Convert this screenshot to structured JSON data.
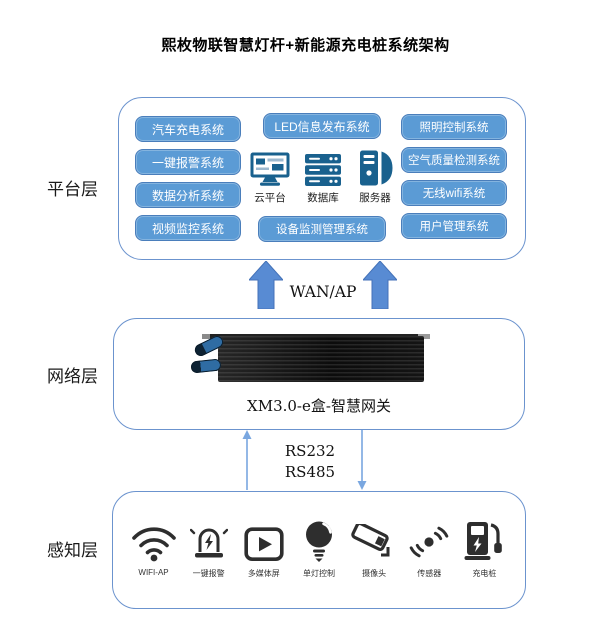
{
  "title": "熙枚物联智慧灯杆+新能源充电桩系统架构",
  "layers": {
    "platform": {
      "label": "平台层",
      "left_buttons": [
        "汽车充电系统",
        "一键报警系统",
        "数据分析系统",
        "视频监控系统"
      ],
      "center": {
        "top_button": "LED信息发布系统",
        "icons": [
          {
            "icon": "cloud-platform-icon",
            "label": "云平台"
          },
          {
            "icon": "database-icon",
            "label": "数据库"
          },
          {
            "icon": "server-icon",
            "label": "服务器"
          }
        ],
        "bottom_button": "设备监测管理系统"
      },
      "right_buttons": [
        "照明控制系统",
        "空气质量检测系统",
        "无线wifi系统",
        "用户管理系统"
      ]
    },
    "network": {
      "label": "网络层",
      "gateway_label": "XM3.0-e盒-智慧网关"
    },
    "perception": {
      "label": "感知层",
      "devices": [
        {
          "icon": "wifi-ap-icon",
          "label": "WIFI-AP"
        },
        {
          "icon": "alarm-icon",
          "label": "一键报警"
        },
        {
          "icon": "multimedia-screen-icon",
          "label": "多媒体屏"
        },
        {
          "icon": "light-control-icon",
          "label": "单灯控制"
        },
        {
          "icon": "camera-icon",
          "label": "摄像头"
        },
        {
          "icon": "sensor-icon",
          "label": "传感器"
        },
        {
          "icon": "charging-pile-icon",
          "label": "充电桩"
        }
      ]
    }
  },
  "connections": {
    "wan_label": "WAN/AP",
    "serial_labels": [
      "RS232",
      "RS485"
    ]
  },
  "colors": {
    "button_fill": "#5B9BD5",
    "button_border": "#4A7EBB",
    "box_border": "#6B93CE",
    "block_arrow_fill": "#588BD3",
    "thin_arrow": "#7AA7E0",
    "platform_icon": "#19618E",
    "device_icon": "#2E2E2E"
  }
}
